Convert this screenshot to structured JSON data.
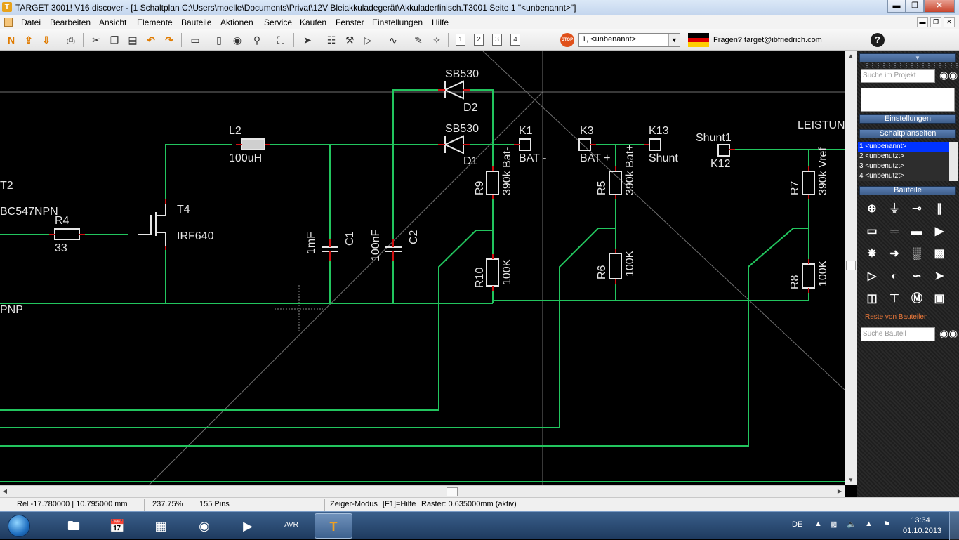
{
  "window": {
    "title": "TARGET 3001! V16 discover - [1 Schaltplan C:\\Users\\moelle\\Documents\\Privat\\12V Bleiakkuladegerät\\Akkuladerfinisch.T3001 Seite 1 \"<unbenannt>\"]",
    "app_icon_letter": "T"
  },
  "menu": [
    "Datei",
    "Bearbeiten",
    "Ansicht",
    "Elemente",
    "Bauteile",
    "Aktionen",
    "Service",
    "Kaufen",
    "Fenster",
    "Einstellungen",
    "Hilfe"
  ],
  "toolbar": {
    "page_select": "1, <unbenannt>",
    "stop_label": "STOP",
    "help_text": "Fragen? target@ibfriedrich.com",
    "page_buttons": [
      "1",
      "2",
      "3",
      "4"
    ],
    "colors": {
      "flag_black": "#000000",
      "flag_red": "#dd0000",
      "flag_gold": "#ffce00"
    }
  },
  "schematic": {
    "labels": {
      "sb530_top": "SB530",
      "d2": "D2",
      "sb530_bot": "SB530",
      "d1": "D1",
      "l2": "L2",
      "l2_val": "100uH",
      "k1": "K1",
      "bat_minus": "BAT -",
      "k3": "K3",
      "bat_plus": "BAT +",
      "k13": "K13",
      "shunt": "Shunt",
      "shunt1": "Shunt1",
      "k12": "K12",
      "leistung": "LEISTUN",
      "t2": "T2",
      "bc547": "BC547NPN",
      "r4": "R4",
      "r4_val": "33",
      "t4": "T4",
      "irf640": "IRF640",
      "c1_val": "1mF",
      "c1": "C1",
      "c2_val": "100nF",
      "c2": "C2",
      "r9": "R9",
      "r9_val": "390k Bat-",
      "r5": "R5",
      "r5_val": "390k Bat+",
      "r7": "R7",
      "r7_val": "390k Vref",
      "r10": "R10",
      "r10_val": "100K",
      "r6": "R6",
      "r6_val": "100K",
      "r8": "R8",
      "r8_val": "100K",
      "pnp": "PNP"
    },
    "colors": {
      "wire": "#22c55e",
      "part": "#e6e6e6",
      "pin": "#d01010",
      "background": "#000000"
    }
  },
  "right_panel": {
    "search_project_placeholder": "Suche im Projekt",
    "settings_header": "Einstellungen",
    "pages_header": "Schaltplanseiten",
    "pages": [
      "1 <unbenannt>",
      "2 <unbenutzt>",
      "3 <unbenutzt>",
      "4 <unbenutzt>"
    ],
    "parts_header": "Bauteile",
    "parts_icons": [
      "voltage-source",
      "ground",
      "connector",
      "capacitor-polar",
      "resistor",
      "capacitor",
      "fuse",
      "diode",
      "transistor",
      "switch",
      "relay",
      "crystal",
      "opamp",
      "and-gate",
      "counter",
      "led",
      "crystal-box",
      "ic",
      "motor",
      "display"
    ],
    "rest_link": "Reste von Bauteilen",
    "search_part_placeholder": "Suche Bauteil"
  },
  "status": {
    "rel": "Rel -17.780000 | 10.795000 mm",
    "zoom": "237.75%",
    "pins": "155 Pins",
    "mode": "Zeiger-Modus",
    "help": "[F1]=Hilfe",
    "raster": "Raster: 0.635000mm (aktiv)"
  },
  "taskbar": {
    "lang": "DE",
    "time": "13:34",
    "date": "01.10.2013",
    "avr_label": "AVR"
  }
}
